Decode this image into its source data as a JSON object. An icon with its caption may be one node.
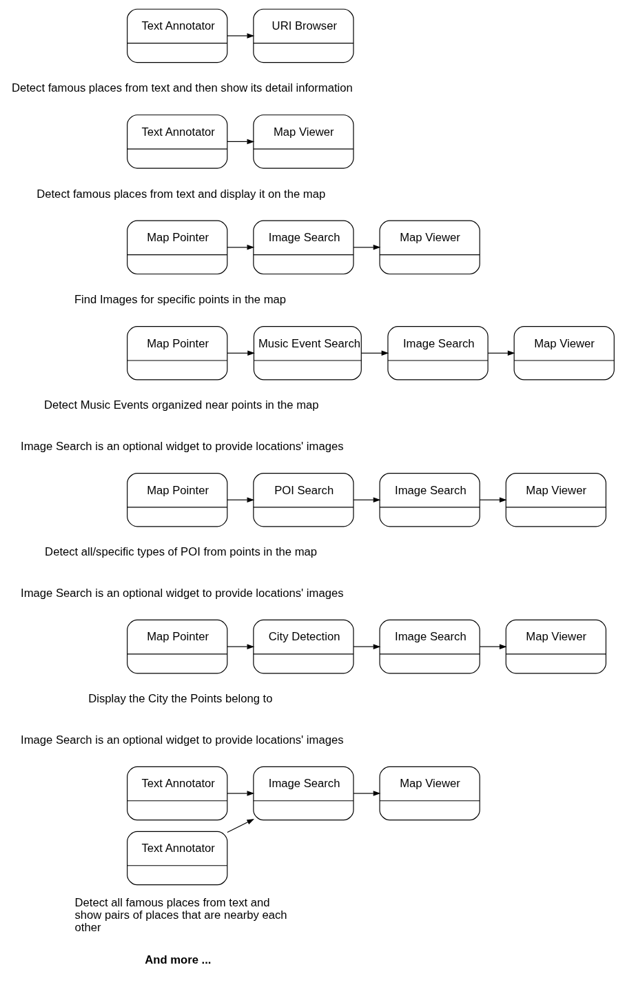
{
  "diagram": {
    "nodes": [
      {
        "text": [
          "Text Annotator"
        ]
      },
      {
        "text": [
          "URI Browser"
        ]
      },
      {
        "text": [
          "Text Annotator"
        ]
      },
      {
        "text": [
          "Map Viewer"
        ]
      },
      {
        "text": [
          "Map Pointer"
        ]
      },
      {
        "text": [
          "Image Search"
        ]
      },
      {
        "text": [
          "Map Viewer"
        ]
      },
      {
        "text": [
          "Map Pointer"
        ]
      },
      {
        "text": [
          "Music Event Search"
        ]
      },
      {
        "text": [
          "Image Search"
        ]
      },
      {
        "text": [
          "Map Viewer"
        ]
      },
      {
        "text": [
          "Map Pointer"
        ]
      },
      {
        "text": [
          "POI Search"
        ]
      },
      {
        "text": [
          "Image Search"
        ]
      },
      {
        "text": [
          "Map Viewer"
        ]
      },
      {
        "text": [
          "Map Pointer"
        ]
      },
      {
        "text": [
          "City Detection"
        ]
      },
      {
        "text": [
          "Image Search"
        ]
      },
      {
        "text": [
          "Map Viewer"
        ]
      },
      {
        "text": [
          "Text Annotator"
        ]
      },
      {
        "text": [
          "Image Search"
        ]
      },
      {
        "text": [
          "Map Viewer"
        ]
      },
      {
        "text": [
          "Text Annotator"
        ]
      }
    ],
    "edges": [
      {
        "from": 0,
        "to": 1,
        "arrow": "to"
      },
      {
        "from": 2,
        "to": 3,
        "arrow": "to"
      },
      {
        "from": 4,
        "to": 5,
        "arrow": "to"
      },
      {
        "from": 5,
        "to": 6,
        "arrow": "to"
      },
      {
        "from": 7,
        "to": 8,
        "arrow": "to"
      },
      {
        "from": 8,
        "to": 9,
        "arrow": "to"
      },
      {
        "from": 9,
        "to": 10,
        "arrow": "to"
      },
      {
        "from": 11,
        "to": 12,
        "arrow": "to"
      },
      {
        "from": 12,
        "to": 13,
        "arrow": "to"
      },
      {
        "from": 13,
        "to": 14,
        "arrow": "to"
      },
      {
        "from": 15,
        "to": 16,
        "arrow": "to"
      },
      {
        "from": 16,
        "to": 17,
        "arrow": "to"
      },
      {
        "from": 17,
        "to": 18,
        "arrow": "to"
      },
      {
        "from": 19,
        "to": 20,
        "arrow": "to"
      },
      {
        "from": 22,
        "to": 20,
        "arrow": "to"
      },
      {
        "from": 20,
        "to": 21,
        "arrow": "to"
      }
    ],
    "labels": [
      "Detect famous places from text and then show its detail information",
      "Detect famous places from text and display it on the map",
      "Find Images for specific points in the map",
      "Detect Music Events organized near points in the map",
      "Image Search is an optional widget to provide locations' images",
      "Detect all/specific types of POI from points in the map",
      "Image Search is an optional widget to provide locations' images",
      "Display the City the Points belong to",
      "Image Search is an optional widget to provide locations' images",
      "Detect all famous places from text and show pairs of places that are nearby each other",
      "And more ..."
    ]
  }
}
